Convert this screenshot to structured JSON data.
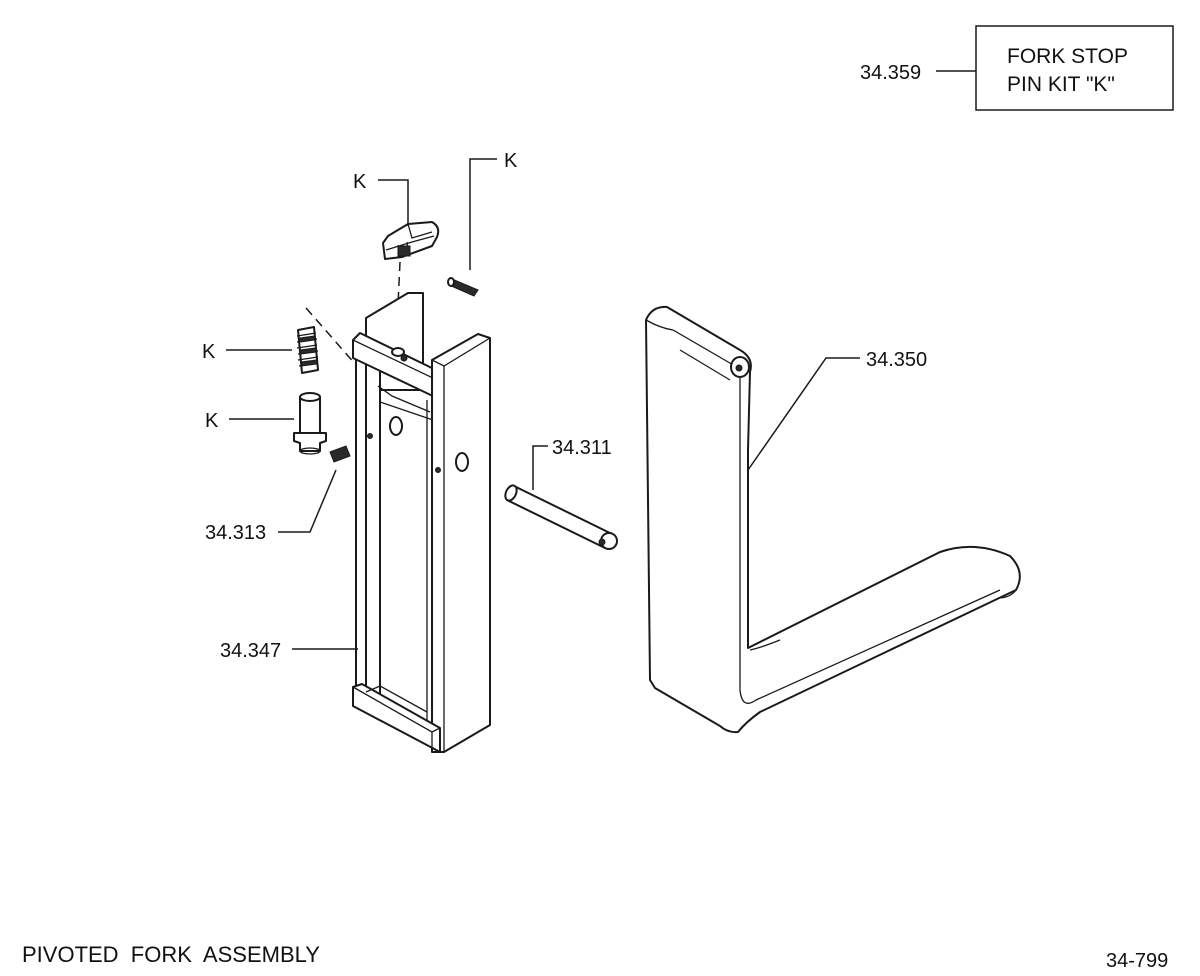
{
  "kit_box": {
    "part_number": "34.359",
    "line1": "FORK STOP",
    "line2": "PIN KIT \"K\""
  },
  "callouts": {
    "k_latch": "K",
    "k_pin": "K",
    "k_spring": "K",
    "k_stop_pin": "K",
    "set_screw": "34.313",
    "fork_carrier": "34.347",
    "pivot_pin": "34.311",
    "fork": "34.350"
  },
  "footer": {
    "title": "PIVOTED  FORK  ASSEMBLY",
    "drawing_number": "34-799"
  }
}
